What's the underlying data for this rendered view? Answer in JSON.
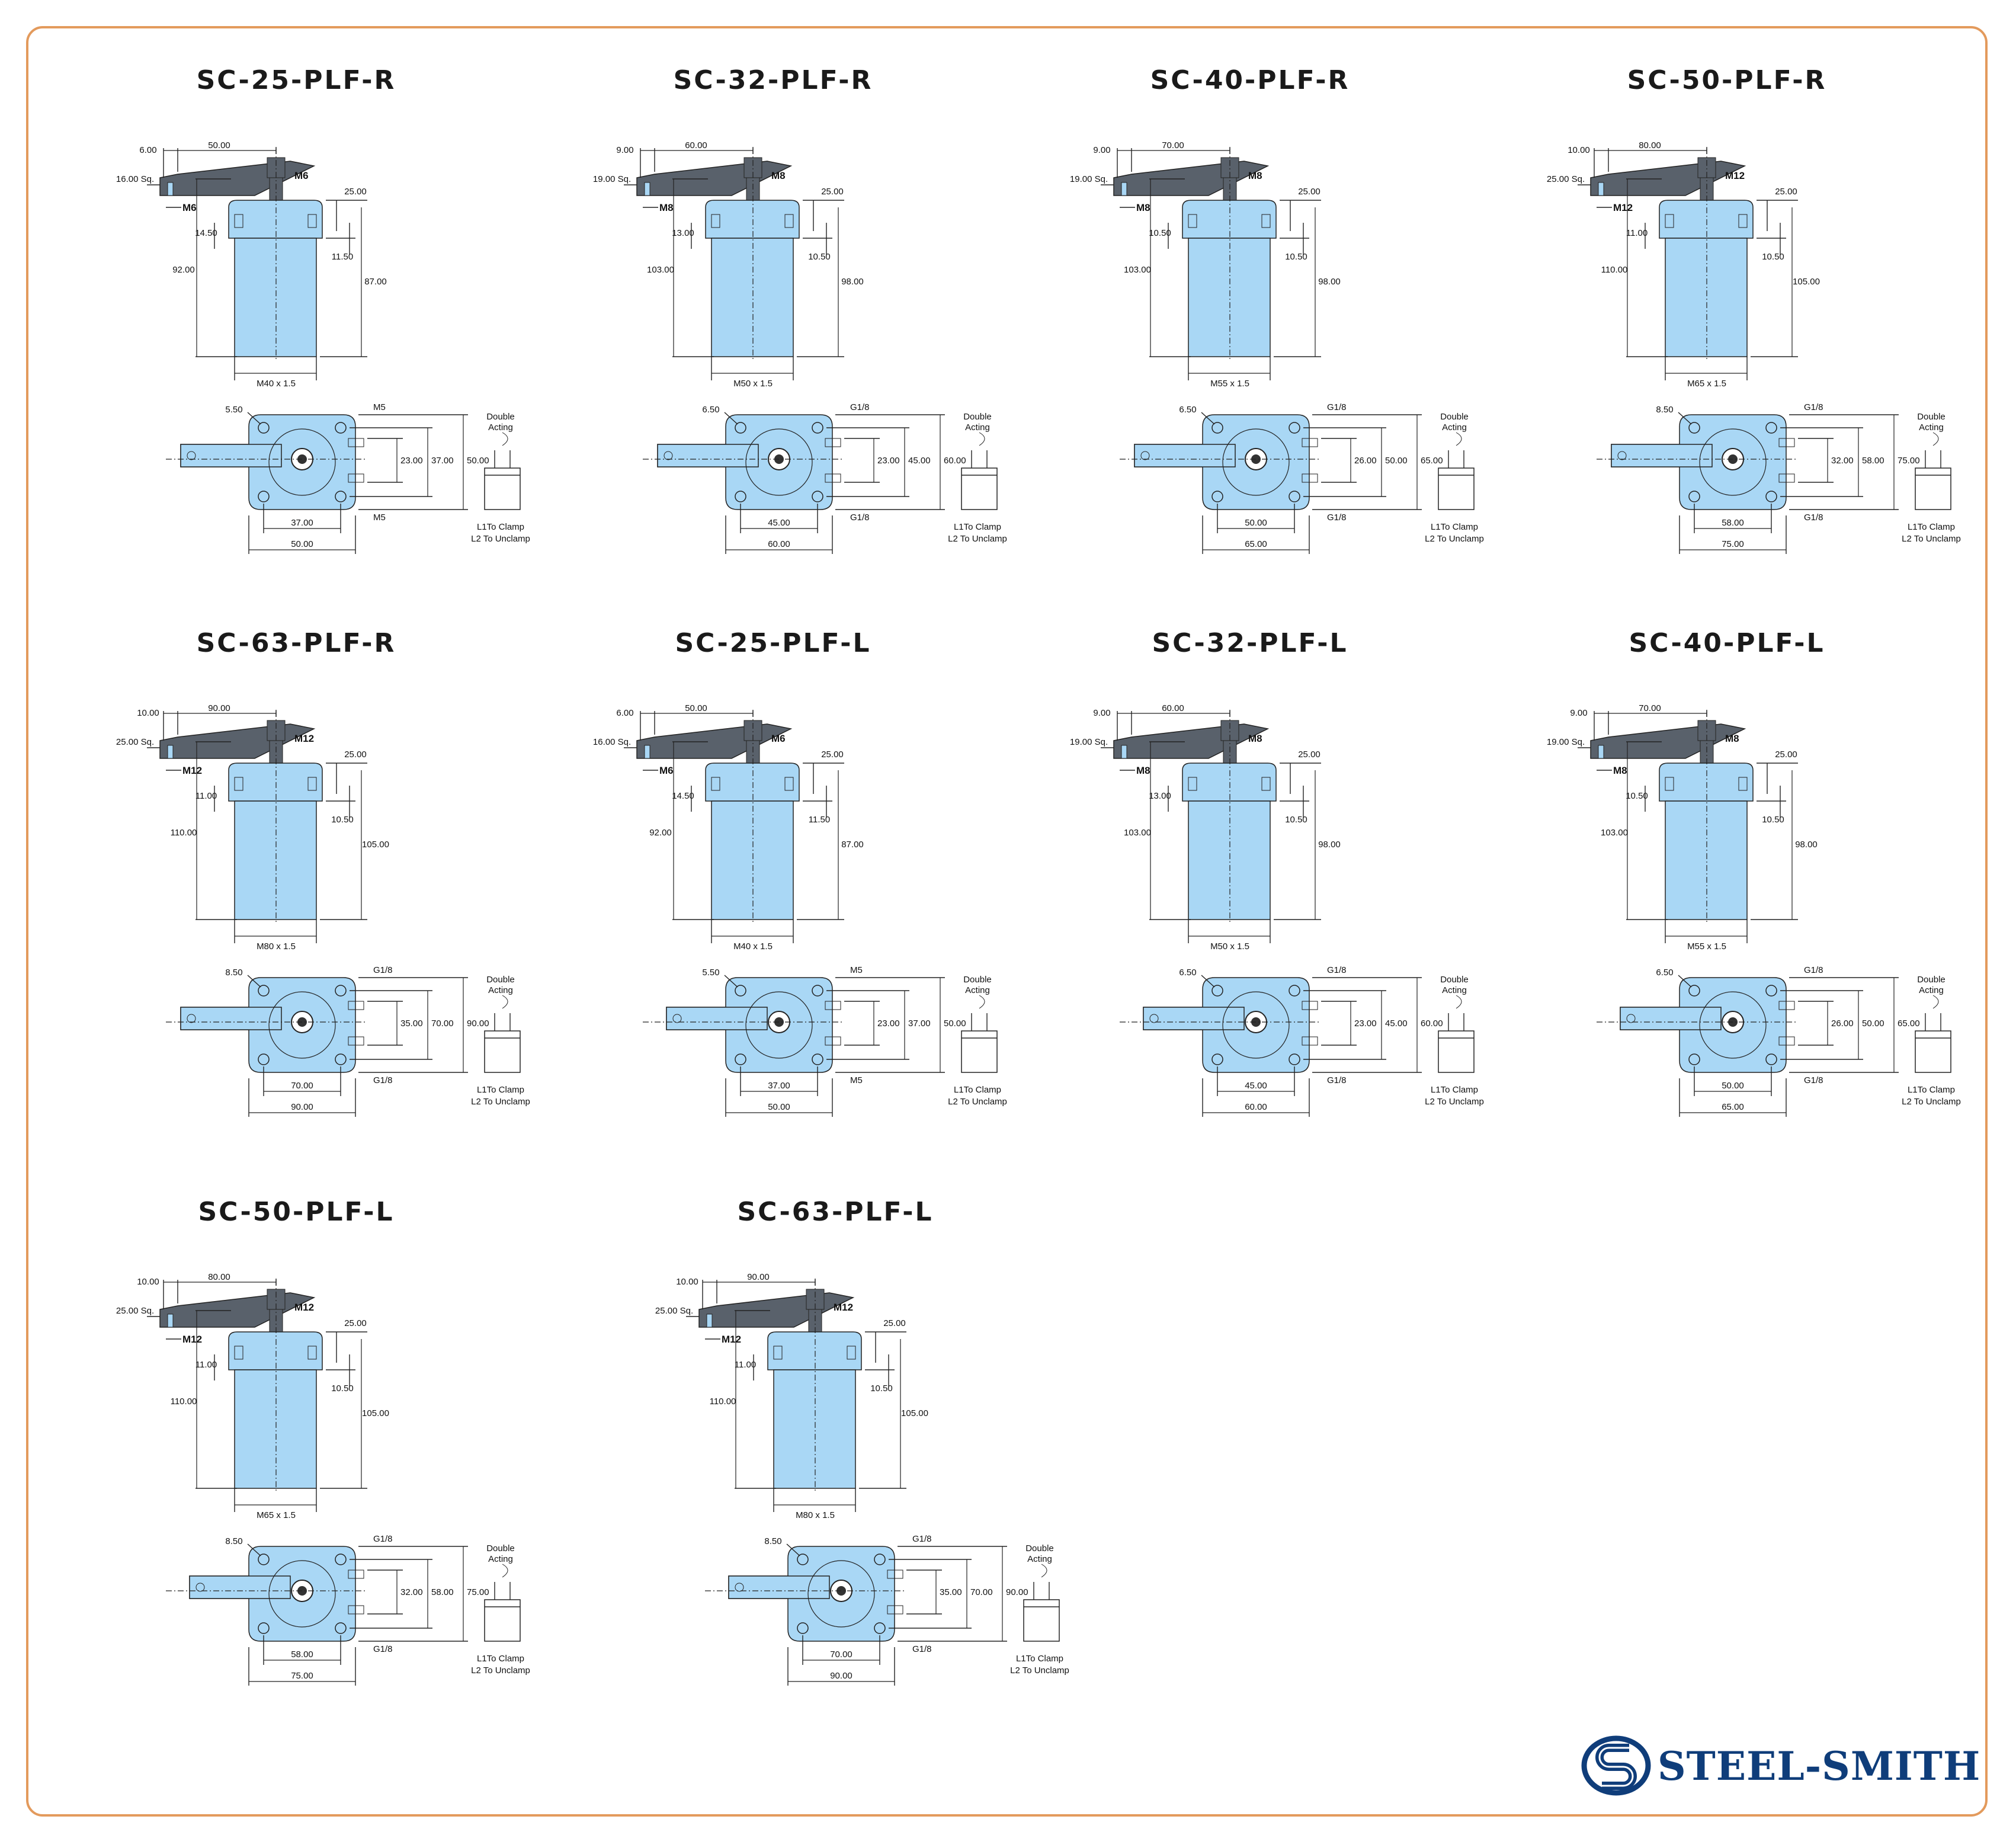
{
  "brand": {
    "name": "STEEL-SMITH",
    "color": "#0f3d7a"
  },
  "colors": {
    "body": "#a9d7f5",
    "clamp": "#59616b",
    "border": "#e39a5c"
  },
  "legend": {
    "type": "Double\nActing",
    "l1": "L1To Clamp",
    "l2": "L2 To Unclamp"
  },
  "models": [
    {
      "name": "SC-25-PLF-R",
      "dir": "R",
      "d": {
        "a": "6.00",
        "arm": "50.00",
        "sq": "16.00 Sq.",
        "m": "M6",
        "m2": "M6",
        "h1": "25.00",
        "h2": "14.50",
        "h3": "11.50",
        "tot": "92.00",
        "body": "87.00",
        "thr": "M40 x 1.5",
        "hole": "5.50",
        "port": "M5",
        "w1": "23.00",
        "w2": "37.00",
        "w3": "50.00",
        "b1": "37.00",
        "b2": "50.00"
      }
    },
    {
      "name": "SC-32-PLF-R",
      "dir": "R",
      "d": {
        "a": "9.00",
        "arm": "60.00",
        "sq": "19.00 Sq.",
        "m": "M8",
        "m2": "M8",
        "h1": "25.00",
        "h2": "13.00",
        "h3": "10.50",
        "tot": "103.00",
        "body": "98.00",
        "thr": "M50 x 1.5",
        "hole": "6.50",
        "port": "G1/8",
        "w1": "23.00",
        "w2": "45.00",
        "w3": "60.00",
        "b1": "45.00",
        "b2": "60.00"
      }
    },
    {
      "name": "SC-40-PLF-R",
      "dir": "R",
      "d": {
        "a": "9.00",
        "arm": "70.00",
        "sq": "19.00 Sq.",
        "m": "M8",
        "m2": "M8",
        "h1": "25.00",
        "h2": "10.50",
        "h3": "10.50",
        "tot": "103.00",
        "body": "98.00",
        "thr": "M55 x 1.5",
        "hole": "6.50",
        "port": "G1/8",
        "w1": "26.00",
        "w2": "50.00",
        "w3": "65.00",
        "b1": "50.00",
        "b2": "65.00"
      }
    },
    {
      "name": "SC-50-PLF-R",
      "dir": "R",
      "d": {
        "a": "10.00",
        "arm": "80.00",
        "sq": "25.00 Sq.",
        "m": "M12",
        "m2": "M12",
        "h1": "25.00",
        "h2": "11.00",
        "h3": "10.50",
        "tot": "110.00",
        "body": "105.00",
        "thr": "M65 x 1.5",
        "hole": "8.50",
        "port": "G1/8",
        "w1": "32.00",
        "w2": "58.00",
        "w3": "75.00",
        "b1": "58.00",
        "b2": "75.00"
      }
    },
    {
      "name": "SC-63-PLF-R",
      "dir": "R",
      "d": {
        "a": "10.00",
        "arm": "90.00",
        "sq": "25.00 Sq.",
        "m": "M12",
        "m2": "M12",
        "h1": "25.00",
        "h2": "11.00",
        "h3": "10.50",
        "tot": "110.00",
        "body": "105.00",
        "thr": "M80 x 1.5",
        "hole": "8.50",
        "port": "G1/8",
        "w1": "35.00",
        "w2": "70.00",
        "w3": "90.00",
        "b1": "70.00",
        "b2": "90.00"
      }
    },
    {
      "name": "SC-25-PLF-L",
      "dir": "L",
      "d": {
        "a": "6.00",
        "arm": "50.00",
        "sq": "16.00 Sq.",
        "m": "M6",
        "m2": "M6",
        "h1": "25.00",
        "h2": "14.50",
        "h3": "11.50",
        "tot": "92.00",
        "body": "87.00",
        "thr": "M40 x 1.5",
        "hole": "5.50",
        "port": "M5",
        "w1": "23.00",
        "w2": "37.00",
        "w3": "50.00",
        "b1": "37.00",
        "b2": "50.00"
      }
    },
    {
      "name": "SC-32-PLF-L",
      "dir": "L",
      "d": {
        "a": "9.00",
        "arm": "60.00",
        "sq": "19.00 Sq.",
        "m": "M8",
        "m2": "M8",
        "h1": "25.00",
        "h2": "13.00",
        "h3": "10.50",
        "tot": "103.00",
        "body": "98.00",
        "thr": "M50 x 1.5",
        "hole": "6.50",
        "port": "G1/8",
        "w1": "23.00",
        "w2": "45.00",
        "w3": "60.00",
        "b1": "45.00",
        "b2": "60.00"
      }
    },
    {
      "name": "SC-40-PLF-L",
      "dir": "L",
      "d": {
        "a": "9.00",
        "arm": "70.00",
        "sq": "19.00 Sq.",
        "m": "M8",
        "m2": "M8",
        "h1": "25.00",
        "h2": "10.50",
        "h3": "10.50",
        "tot": "103.00",
        "body": "98.00",
        "thr": "M55 x 1.5",
        "hole": "6.50",
        "port": "G1/8",
        "w1": "26.00",
        "w2": "50.00",
        "w3": "65.00",
        "b1": "50.00",
        "b2": "65.00"
      }
    },
    {
      "name": "SC-50-PLF-L",
      "dir": "L",
      "d": {
        "a": "10.00",
        "arm": "80.00",
        "sq": "25.00 Sq.",
        "m": "M12",
        "m2": "M12",
        "h1": "25.00",
        "h2": "11.00",
        "h3": "10.50",
        "tot": "110.00",
        "body": "105.00",
        "thr": "M65 x 1.5",
        "hole": "8.50",
        "port": "G1/8",
        "w1": "32.00",
        "w2": "58.00",
        "w3": "75.00",
        "b1": "58.00",
        "b2": "75.00"
      }
    },
    {
      "name": "SC-63-PLF-L",
      "dir": "L",
      "d": {
        "a": "10.00",
        "arm": "90.00",
        "sq": "25.00 Sq.",
        "m": "M12",
        "m2": "M12",
        "h1": "25.00",
        "h2": "11.00",
        "h3": "10.50",
        "tot": "110.00",
        "body": "105.00",
        "thr": "M80 x 1.5",
        "hole": "8.50",
        "port": "G1/8",
        "w1": "35.00",
        "w2": "70.00",
        "w3": "90.00",
        "b1": "70.00",
        "b2": "90.00"
      }
    }
  ]
}
